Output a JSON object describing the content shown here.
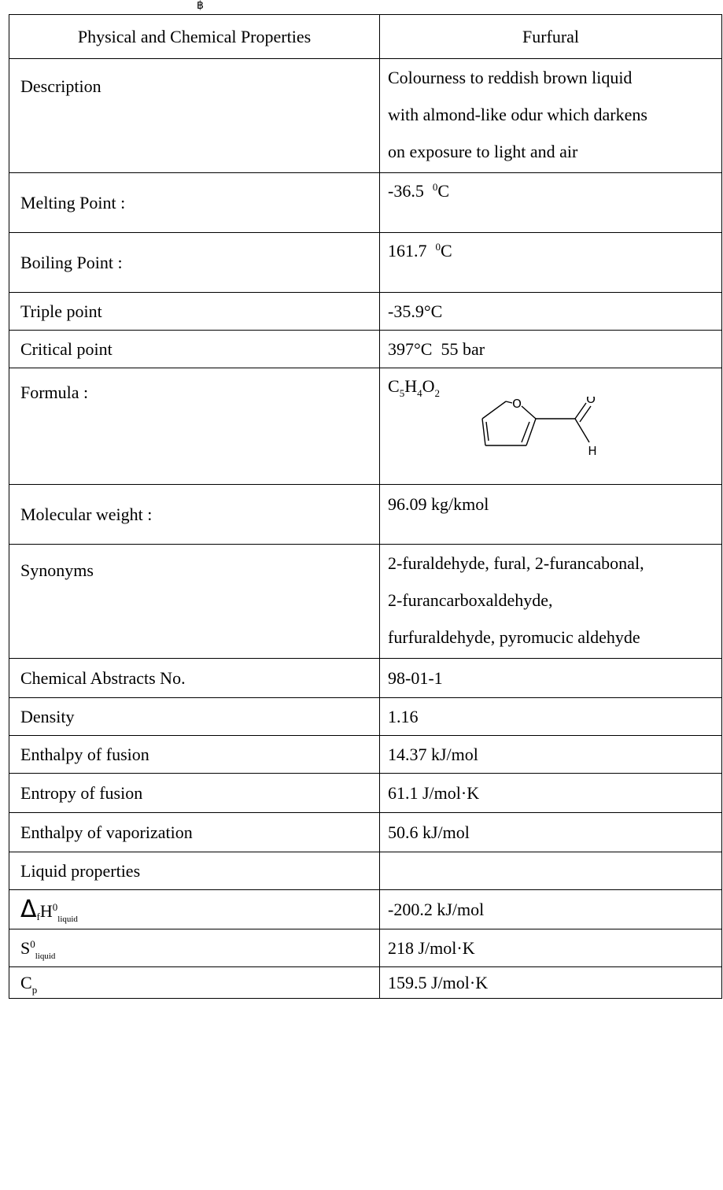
{
  "top_mark": "฿",
  "header": {
    "col1": "Physical and Chemical Properties",
    "col2": "Furfural"
  },
  "rows": {
    "description": {
      "label": "Description",
      "lines": [
        "Colourness to reddish brown liquid",
        "with almond-like odur which darkens",
        "on exposure to light and air"
      ]
    },
    "melting": {
      "label": "Melting Point :",
      "value": "-36.5",
      "sup": "0",
      "unit": "C"
    },
    "boiling": {
      "label": "Boiling Point :",
      "value": "161.7",
      "sup": "0",
      "unit": "C"
    },
    "triple": {
      "label": "Triple point",
      "value": "-35.9°C"
    },
    "critical": {
      "label": "Critical point",
      "value": "397°C  55 bar"
    },
    "formula": {
      "label": "Formula :",
      "parts": [
        "C",
        "5",
        "H",
        "4",
        "O",
        "2"
      ],
      "atom_o_ring": "O",
      "atom_o_carbonyl": "O",
      "atom_h": "H"
    },
    "molweight": {
      "label": "Molecular weight :",
      "value": "96.09 kg/kmol"
    },
    "synonyms": {
      "label": "Synonyms",
      "lines": [
        "2-furaldehyde, fural, 2-furancabonal,",
        "2-furancarboxaldehyde,",
        "furfuraldehyde, pyromucic aldehyde"
      ]
    },
    "cas": {
      "label": "Chemical Abstracts No.",
      "value": "98-01-1"
    },
    "density": {
      "label": "Density",
      "value": "1.16"
    },
    "h_fusion": {
      "label": "Enthalpy of fusion",
      "value": "14.37 kJ/mol"
    },
    "s_fusion": {
      "label": "Entropy of fusion",
      "value": "61.1 J/mol·K"
    },
    "h_vap": {
      "label": "Enthalpy of vaporization",
      "value": "50.6 kJ/mol"
    },
    "liquid": {
      "label": "Liquid properties",
      "value": ""
    },
    "dfh": {
      "symbol": "Δ",
      "sub_f": "f",
      "main": "H",
      "sup": "0",
      "sub": "liquid",
      "value": "-200.2 kJ/mol"
    },
    "s0": {
      "main": "S",
      "sup": "0",
      "sub": "liquid",
      "value": "218 J/mol·K"
    },
    "cp": {
      "main": "C",
      "sub": "p",
      "value": "159.5 J/mol·K"
    }
  }
}
